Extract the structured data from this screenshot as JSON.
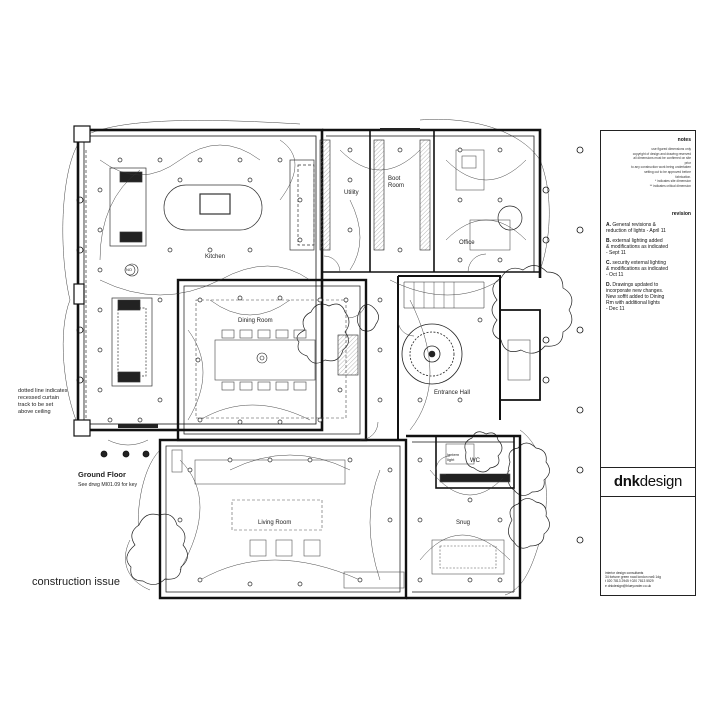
{
  "rooms": {
    "kitchen": "Kitchen",
    "utility": "Utility",
    "boot_room": "Boot\nRoom",
    "office": "Office",
    "dining_room": "Dining Room",
    "entrance_hall": "Entrance Hall",
    "wc": "WC",
    "living_room": "Living Room",
    "snug": "Snug",
    "lantern": "lantern\nlight"
  },
  "annotations": {
    "curtain_note": "dotted line indicates\nrecessed curtain\ntrack to be set\nabove ceiling",
    "floor_title": "Ground Floor",
    "floor_ref": "See drwg MI01.09 for key",
    "issue": "construction issue",
    "tag_no": "NO"
  },
  "title_block": {
    "notes_head": "notes",
    "notes_lines": [
      "use figured dimensions only",
      "copyright of design and drawing reserved",
      "all dimensions must be confirmed on site",
      "prior",
      "to any construction work being undertaken",
      "setting out to be approved before",
      "fabrication.",
      "* indicates site dimension",
      "** indicates critical dimension"
    ],
    "revision_head": "revision",
    "revisions": [
      {
        "letter": "A.",
        "text": "General revisions &\nreduction of lights - April 11"
      },
      {
        "letter": "B.",
        "text": "external lighting added\n& modifications as indicated\n- Sept 11"
      },
      {
        "letter": "C.",
        "text": "security external lighting\n& modifications as indicated\n- Oct 11"
      },
      {
        "letter": "D.",
        "text": "Drawings updated to\nincorporate new changes.\nNew soffit added to Dining\nRm with additional lights\n- Dec 11"
      }
    ],
    "brand_bold": "dnk",
    "brand_light": "design",
    "consult_head": "interior design consultants",
    "consult_lines": [
      "34 fortune green road london nw6 1dg",
      "t 020 7813 2945   f 020 7813 5529",
      "e dnkdesign@blueyonder.co.uk"
    ]
  }
}
